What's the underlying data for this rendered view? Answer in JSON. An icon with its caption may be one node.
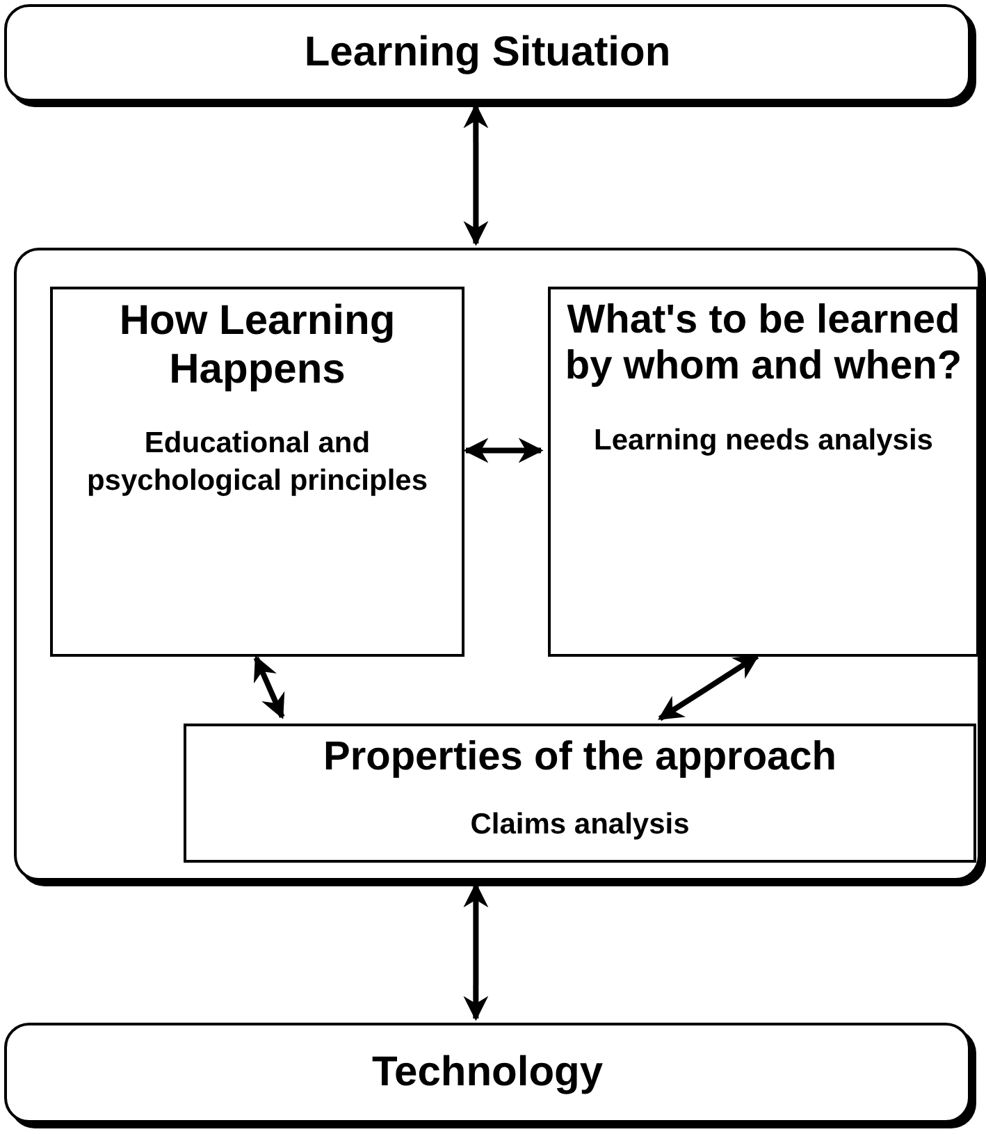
{
  "diagram": {
    "nodes": [
      {
        "text": [
          "Learning Situation"
        ]
      },
      {
        "text": [],
        "shape": "box"
      },
      {
        "text": [
          "How Learning Happens",
          "Educational and psychological principles"
        ],
        "in": 1
      },
      {
        "text": [
          "What's to be learned by whom and when?",
          "Learning needs analysis"
        ],
        "in": 1
      },
      {
        "text": [
          "Properties of the approach",
          "Claims analysis"
        ],
        "in": 1
      },
      {
        "text": [
          "Technology"
        ]
      }
    ],
    "edges": [
      {
        "from": 0,
        "to": 1,
        "arrow": "both"
      },
      {
        "from": 2,
        "to": 3,
        "arrow": "both"
      },
      {
        "from": 2,
        "to": 4,
        "arrow": "both"
      },
      {
        "from": 3,
        "to": 4,
        "arrow": "both"
      },
      {
        "from": 1,
        "to": 5,
        "arrow": "both"
      }
    ]
  }
}
